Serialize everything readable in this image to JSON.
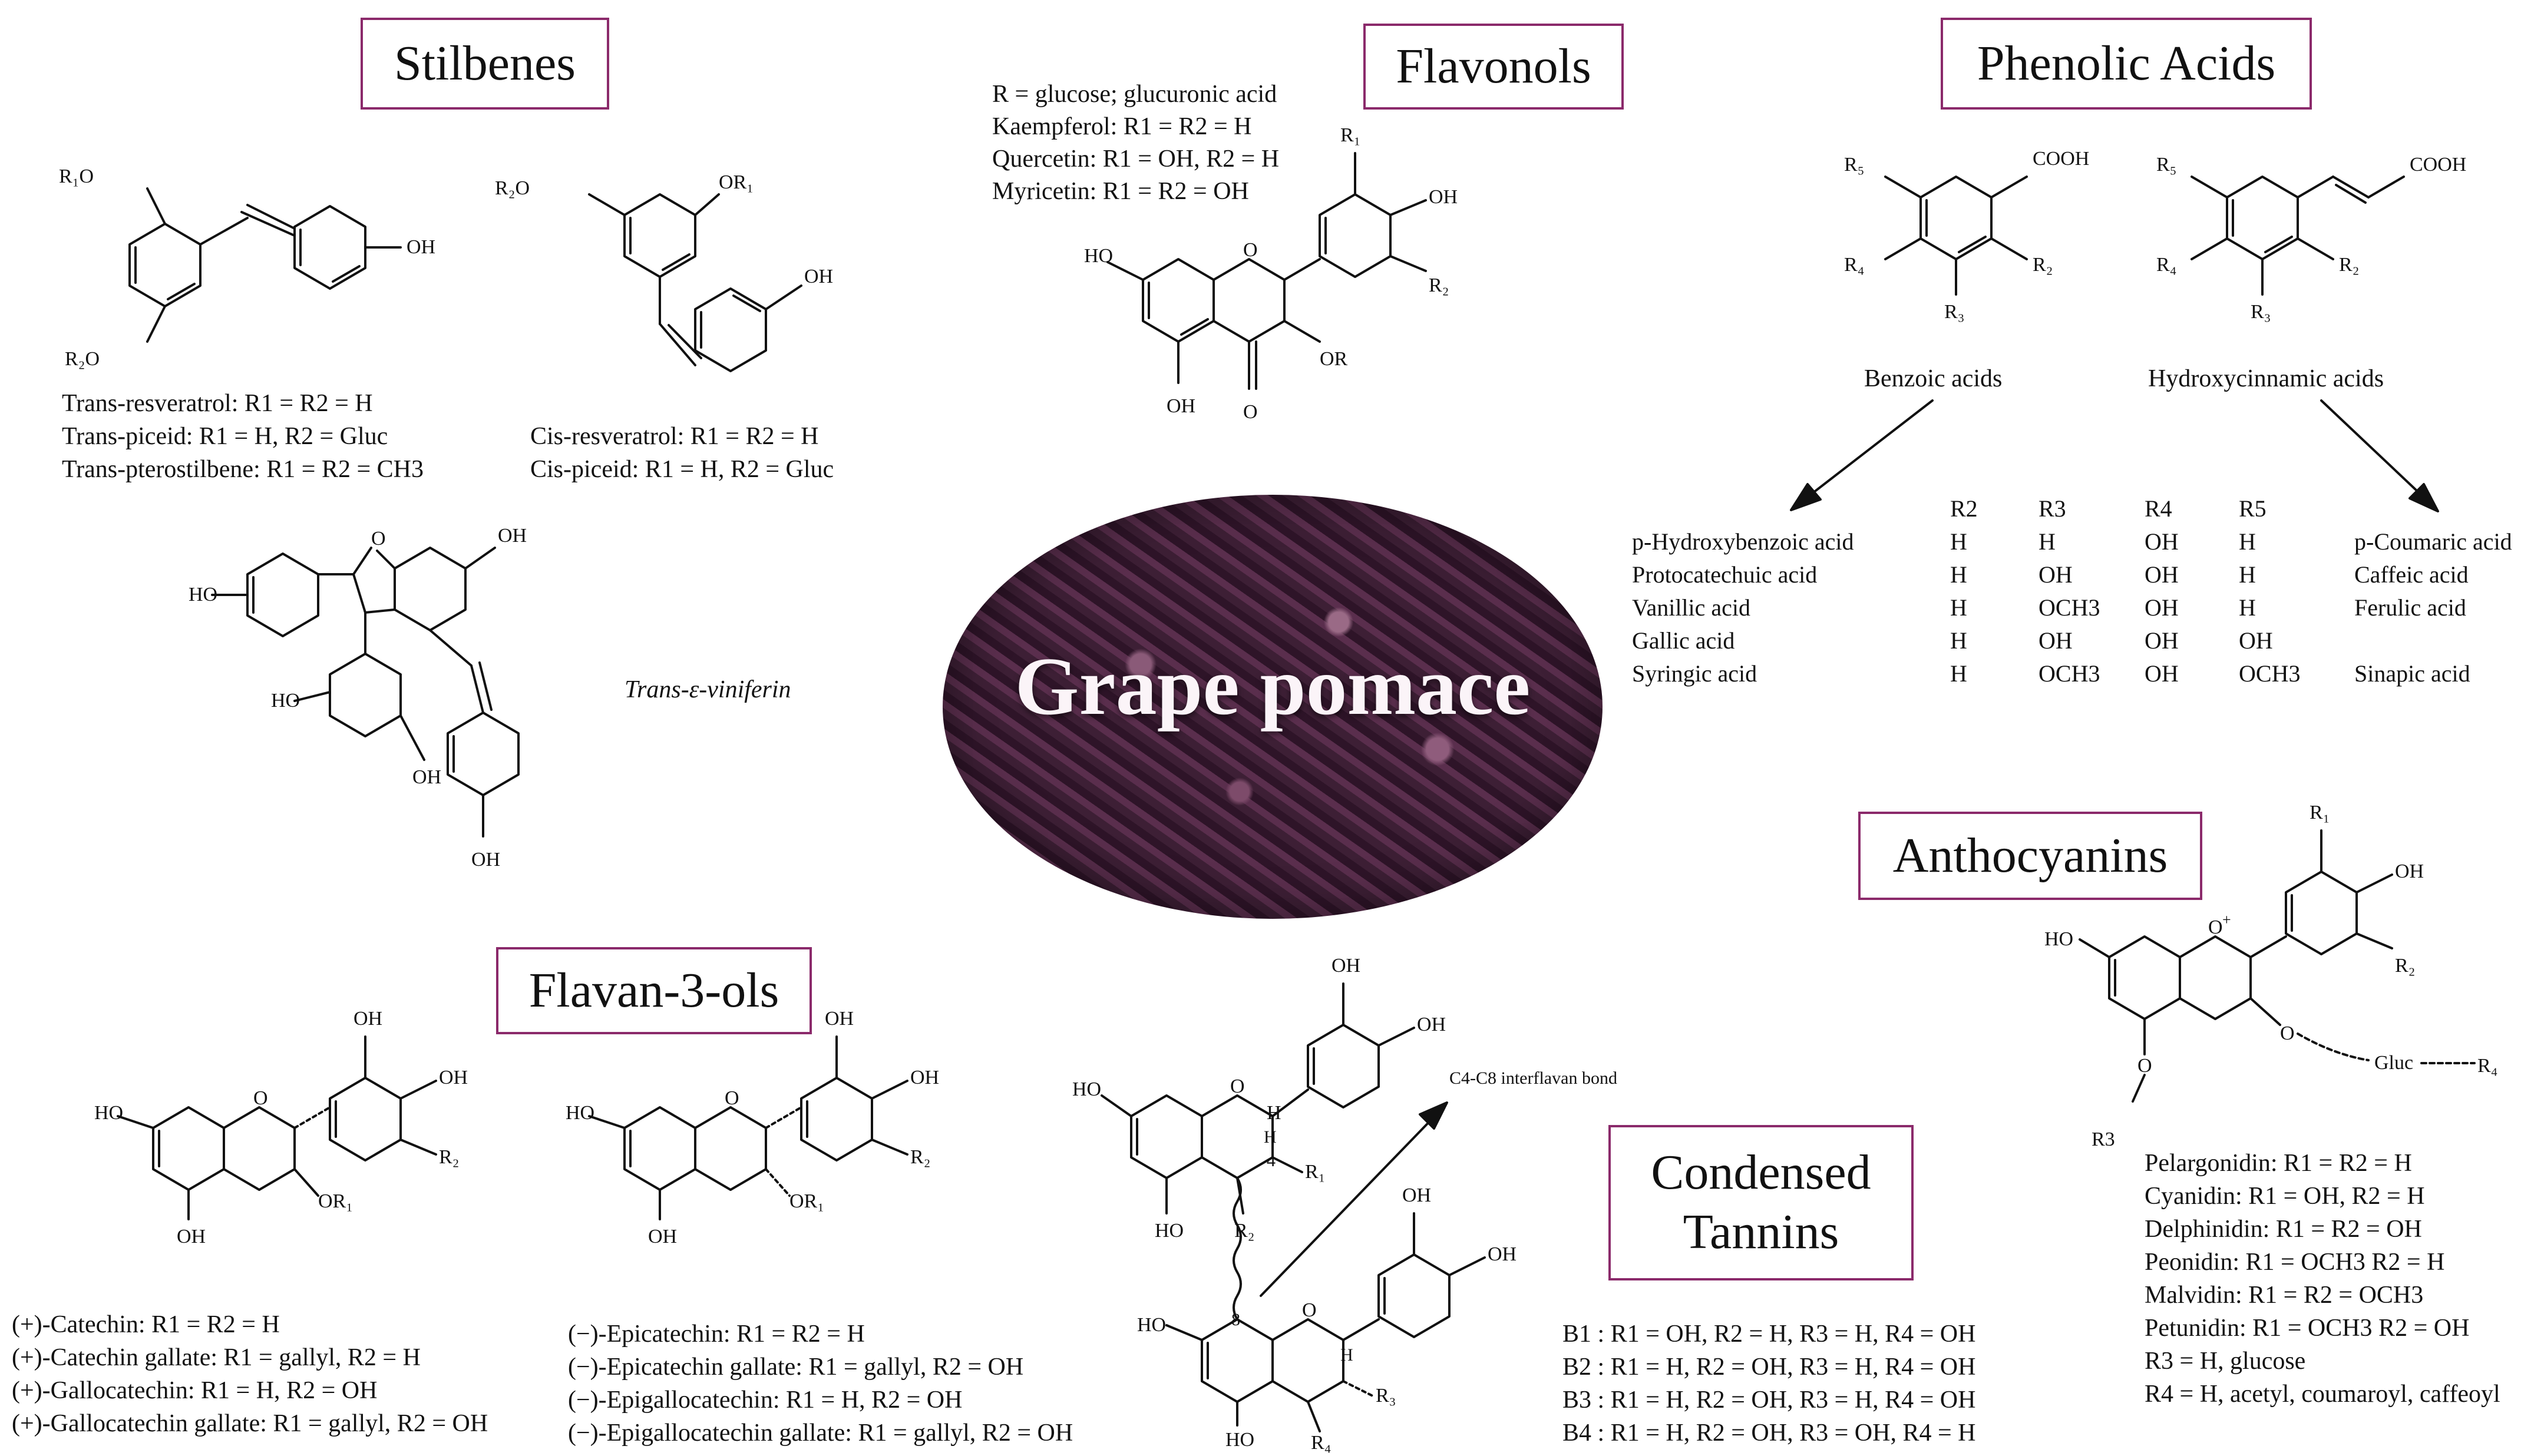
{
  "titles": {
    "stilbenes": "Stilbenes",
    "flavonols": "Flavonols",
    "phenolic": "Phenolic Acids",
    "anthocyanins": "Anthocyanins",
    "flavan": "Flavan-3-ols",
    "condensed": "Condensed Tannins",
    "pomace": "Grape pomace"
  },
  "stilbenes": {
    "trans_lines": [
      "Trans-resveratrol: R1 = R2 = H",
      "Trans-piceid: R1 = H, R2 = Gluc",
      "Trans-pterostilbene: R1 = R2 = CH3"
    ],
    "cis_lines": [
      "Cis-resveratrol: R1 = R2 = H",
      "Cis-piceid: R1 = H, R2 = Gluc"
    ],
    "viniferin": "Trans-ε-viniferin"
  },
  "flavonols": {
    "lines": [
      "R = glucose; glucuronic acid",
      "Kaempferol: R1 = R2 = H",
      "Quercetin: R1 = OH, R2 = H",
      "Myricetin: R1 = R2 = OH"
    ]
  },
  "phenolic": {
    "benzoic_label": "Benzoic acids",
    "hydroxy_label": "Hydroxycinnamic acids",
    "cooh": "COOH",
    "headers": [
      "R2",
      "R3",
      "R4",
      "R5"
    ],
    "rows": [
      {
        "name": "p-Hydroxybenzoic acid",
        "r2": "H",
        "r3": "H",
        "r4": "OH",
        "r5": "H",
        "cin": "p-Coumaric acid"
      },
      {
        "name": "Protocatechuic acid",
        "r2": "H",
        "r3": "OH",
        "r4": "OH",
        "r5": "H",
        "cin": "Caffeic acid"
      },
      {
        "name": "Vanillic acid",
        "r2": "H",
        "r3": "OCH3",
        "r4": "OH",
        "r5": "H",
        "cin": "Ferulic acid"
      },
      {
        "name": "Gallic acid",
        "r2": "H",
        "r3": "OH",
        "r4": "OH",
        "r5": "OH",
        "cin": ""
      },
      {
        "name": "Syringic acid",
        "r2": "H",
        "r3": "OCH3",
        "r4": "OH",
        "r5": "OCH3",
        "cin": "Sinapic acid"
      }
    ]
  },
  "flavan": {
    "catechin_lines": [
      "(+)-Catechin: R1 = R2 = H",
      "(+)-Catechin gallate: R1 = gallyl, R2 = H",
      "(+)-Gallocatechin: R1 = H, R2 = OH",
      "(+)-Gallocatechin gallate: R1 = gallyl, R2 = OH"
    ],
    "epi_lines": [
      "(−)-Epicatechin: R1 = R2 = H",
      "(−)-Epicatechin gallate: R1 = gallyl, R2 = OH",
      "(−)-Epigallocatechin: R1 = H, R2 = OH",
      "(−)-Epigallocatechin gallate: R1 = gallyl, R2 = OH"
    ]
  },
  "tannins": {
    "bond_label": "C4-C8 interflavan bond",
    "lines": [
      "B1 : R1 = OH, R2 = H, R3 = H, R4 = OH",
      "B2 : R1 = H, R2 = OH, R3 = H, R4 = OH",
      "B3 : R1 = H, R2 = OH, R3 = H, R4 = OH",
      "B4 : R1 = H, R2 = OH, R3 = OH, R4 = H"
    ]
  },
  "anthocyanins": {
    "gluc": "Gluc",
    "lines": [
      "Pelargonidin: R1 = R2 = H",
      "Cyanidin: R1 = OH, R2 = H",
      "Delphinidin: R1 = R2 = OH",
      "Peonidin: R1 = OCH3 R2 = H",
      "Malvidin: R1 = R2 = OCH3",
      "Petunidin: R1 = OCH3 R2 = OH",
      "R3 = H, glucose",
      "R4 = H, acetyl, coumaroyl, caffeoyl"
    ]
  }
}
